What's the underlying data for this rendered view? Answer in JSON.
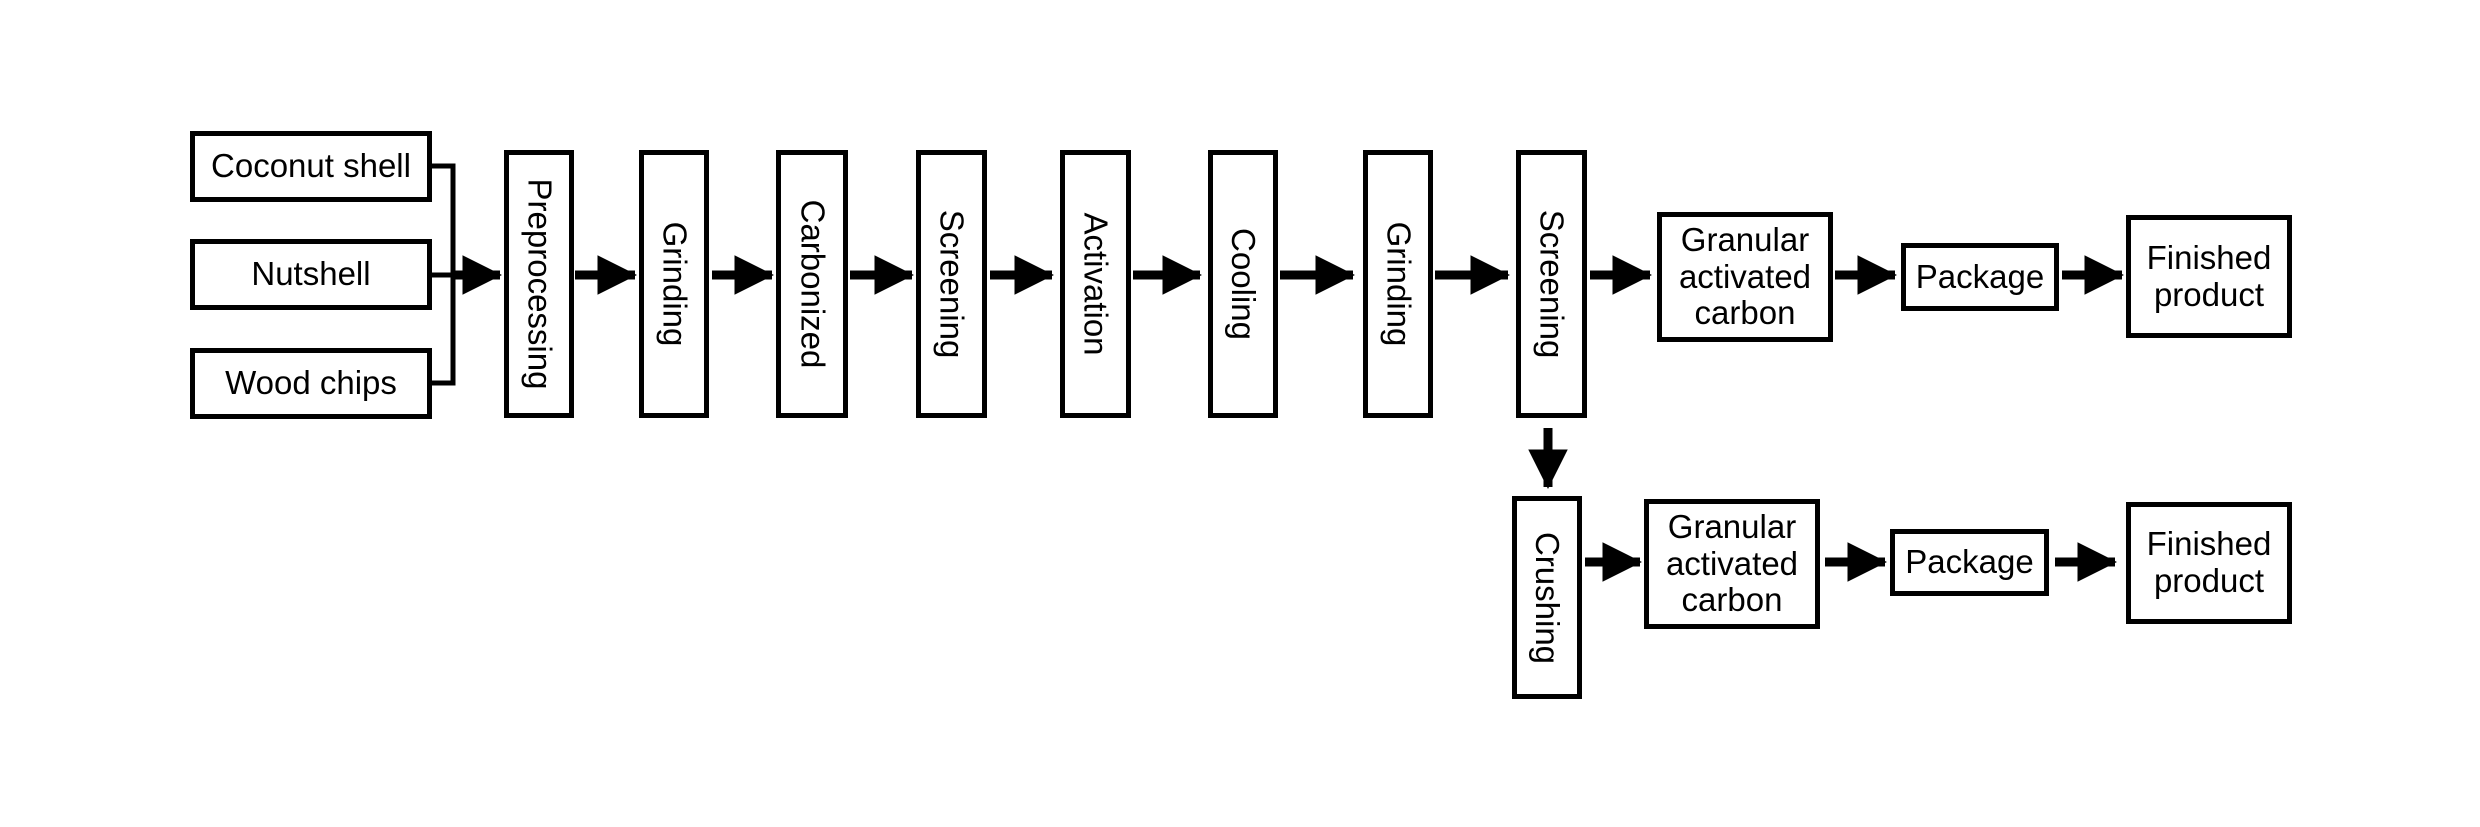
{
  "inputs": [
    "Coconut shell",
    "Nutshell",
    "Wood chips"
  ],
  "main_steps": [
    "Preprocessing",
    "Grinding",
    "Carbonized",
    "Screening",
    "Activation",
    "Cooling",
    "Grinding",
    "Screening"
  ],
  "branch_top": {
    "product": "Granular\nactivated\ncarbon",
    "package": "Package",
    "finished": "Finished\nproduct"
  },
  "branch_bottom": {
    "crushing": "Crushing",
    "product": "Granular\nactivated\ncarbon",
    "package": "Package",
    "finished": "Finished\nproduct"
  }
}
